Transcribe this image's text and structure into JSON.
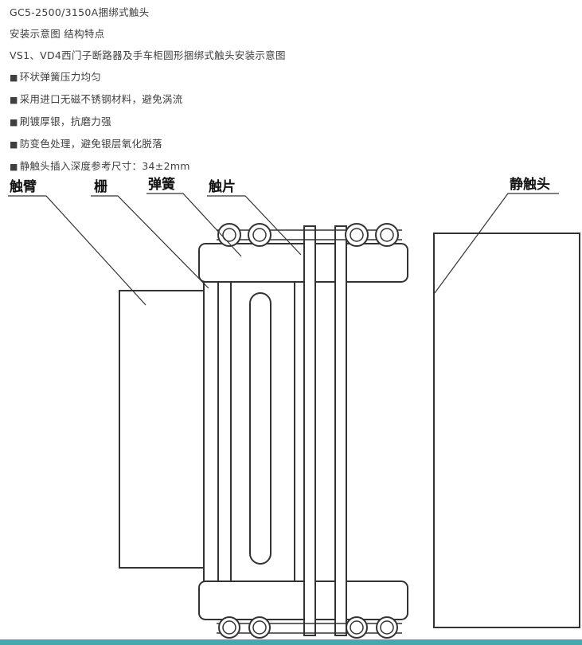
{
  "page": {
    "title": "GC5-2500/3150A捆绑式触头",
    "subtitle": "安装示意图 结构特点",
    "description": "VS1、VD4西门子断路器及手车柜圆形捆绑式触头安装示意图",
    "bullet": "■",
    "features": [
      "环状弹簧压力均匀",
      "采用进口无磁不锈钢材料，避免涡流",
      "刷镀厚银，抗磨力强",
      "防变色处理，避免银层氧化脱落",
      "静触头插入深度参考尺寸：34±2mm"
    ]
  },
  "diagram": {
    "labels": [
      {
        "text": "触臂"
      },
      {
        "text": "栅"
      },
      {
        "text": "弹簧"
      },
      {
        "text": "触片"
      },
      {
        "text": "静触头"
      }
    ]
  },
  "colors": {
    "accent_bar": "#44a8ac",
    "line": "#333333",
    "text": "#3f3f3f"
  }
}
